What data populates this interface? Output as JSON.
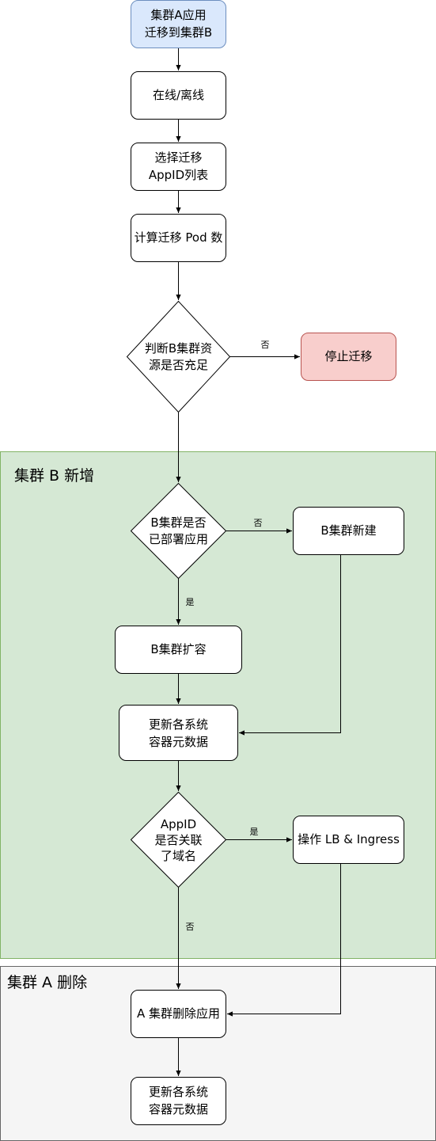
{
  "colors": {
    "start_fill": "#dae8fc",
    "start_stroke": "#6c8ebf",
    "stop_fill": "#f8cecc",
    "stop_stroke": "#b85450",
    "group_b_fill": "#d5e8d4",
    "group_b_stroke": "#82b366",
    "group_a_fill": "#f5f5f5",
    "group_a_stroke": "#666666"
  },
  "groups": {
    "cluster_b": {
      "title": "集群 B 新增"
    },
    "cluster_a": {
      "title": "集群 A 删除"
    }
  },
  "nodes": {
    "start": {
      "lines": [
        "集群A应用",
        "迁移到集群B"
      ]
    },
    "online_offline": {
      "lines": [
        "在线/离线"
      ]
    },
    "select_appid": {
      "lines": [
        "选择迁移",
        "AppID列表"
      ]
    },
    "compute_pods": {
      "lines": [
        "计算迁移 Pod 数"
      ]
    },
    "check_resources": {
      "lines": [
        "判断B集群资",
        "源是否充足"
      ]
    },
    "stop_migration": {
      "lines": [
        "停止迁移"
      ]
    },
    "check_deployed": {
      "lines": [
        "B集群是否",
        "已部署应用"
      ]
    },
    "create_b": {
      "lines": [
        "B集群新建"
      ]
    },
    "scale_b": {
      "lines": [
        "B集群扩容"
      ]
    },
    "update_metadata_1": {
      "lines": [
        "更新各系统",
        "容器元数据"
      ]
    },
    "check_domain": {
      "lines": [
        "AppID",
        "是否关联",
        "了域名"
      ]
    },
    "operate_lb": {
      "lines": [
        "操作 LB & Ingress"
      ]
    },
    "delete_a": {
      "lines": [
        "A 集群删除应用"
      ]
    },
    "update_metadata_2": {
      "lines": [
        "更新各系统",
        "容器元数据"
      ]
    }
  },
  "edge_labels": {
    "resources_no": "否",
    "deployed_no": "否",
    "deployed_yes": "是",
    "domain_yes": "是",
    "domain_no": "否"
  }
}
